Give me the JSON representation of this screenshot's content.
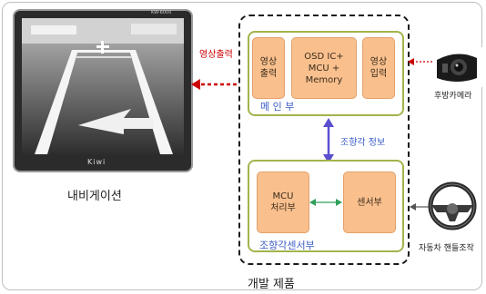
{
  "navigation": {
    "label": "내비게이션",
    "brand": "Kiwi",
    "model": "KW-6000"
  },
  "development_product": {
    "label": "개발 제품",
    "main_unit": {
      "label": "메 인 부",
      "blocks": [
        "영상\n출력",
        "OSD IC+\nMCU + Memory",
        "영상\n입력"
      ]
    },
    "steering_sensor_unit": {
      "label": "조향각센서부",
      "blocks": [
        "MCU\n처리부",
        "센서부"
      ]
    }
  },
  "arrows": {
    "video_output": "영상출력",
    "steering_info": "조향각 정보"
  },
  "devices": {
    "rear_camera": "후방카메라",
    "steering_wheel": "자동차 핸들조작"
  },
  "colors": {
    "video_arrow": "#cc0000",
    "info_arrow": "#5a4fcf",
    "link_arrow": "#2fa05a",
    "module_border": "#a2b44a",
    "block_fill": "#f9c08e",
    "label_blue": "#3b5cc4"
  }
}
